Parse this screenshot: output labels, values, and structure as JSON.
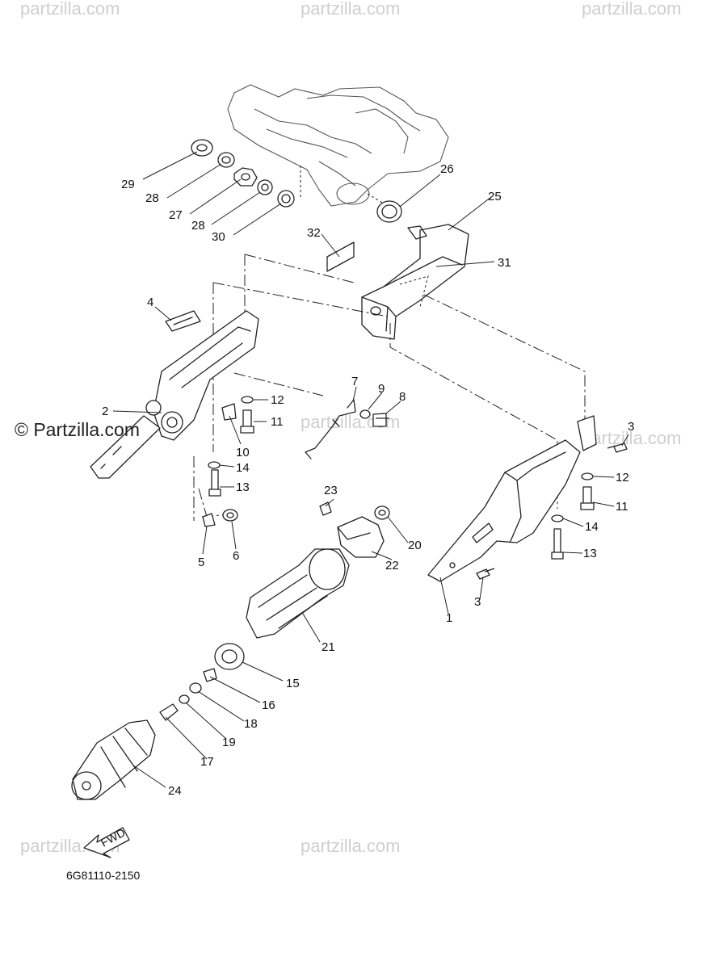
{
  "diagram": {
    "code": "6G81110-2150",
    "fwd_label": "FWD",
    "brand": "© Partzilla.com",
    "watermarks": [
      "partzilla.com",
      "partzilla.com",
      "partzilla.com",
      "partzilla.com",
      "partzilla.com",
      "partzilla.com",
      "partzilla.com"
    ],
    "callouts": [
      "1",
      "2",
      "3",
      "3",
      "4",
      "5",
      "6",
      "7",
      "8",
      "9",
      "10",
      "11",
      "11",
      "12",
      "12",
      "13",
      "13",
      "14",
      "14",
      "15",
      "16",
      "17",
      "18",
      "19",
      "20",
      "21",
      "22",
      "23",
      "24",
      "25",
      "26",
      "27",
      "28",
      "28",
      "29",
      "30",
      "31",
      "32"
    ]
  }
}
